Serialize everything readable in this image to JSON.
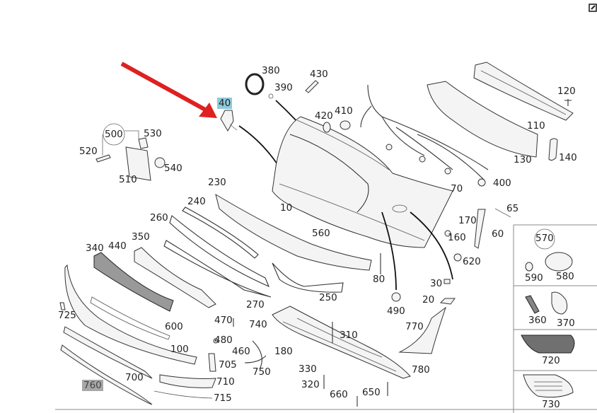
{
  "diagram": {
    "highlighted_part": "40",
    "highlight_color": "#8ecadb",
    "arrow_color": "#e02020",
    "labels": [
      "380",
      "390",
      "430",
      "40",
      "420",
      "410",
      "120",
      "110",
      "130",
      "140",
      "500",
      "530",
      "520",
      "540",
      "510",
      "230",
      "70",
      "400",
      "240",
      "10",
      "65",
      "260",
      "170",
      "560",
      "350",
      "160",
      "60",
      "340",
      "440",
      "620",
      "80",
      "30",
      "250",
      "270",
      "20",
      "490",
      "725",
      "360",
      "370",
      "770",
      "600",
      "470",
      "740",
      "310",
      "480",
      "100",
      "460",
      "180",
      "720",
      "705",
      "780",
      "700",
      "750",
      "330",
      "710",
      "760",
      "320",
      "660",
      "650",
      "715",
      "730",
      "570",
      "590",
      "580"
    ]
  },
  "toolbar": {
    "edit_icon": "edit-icon"
  }
}
